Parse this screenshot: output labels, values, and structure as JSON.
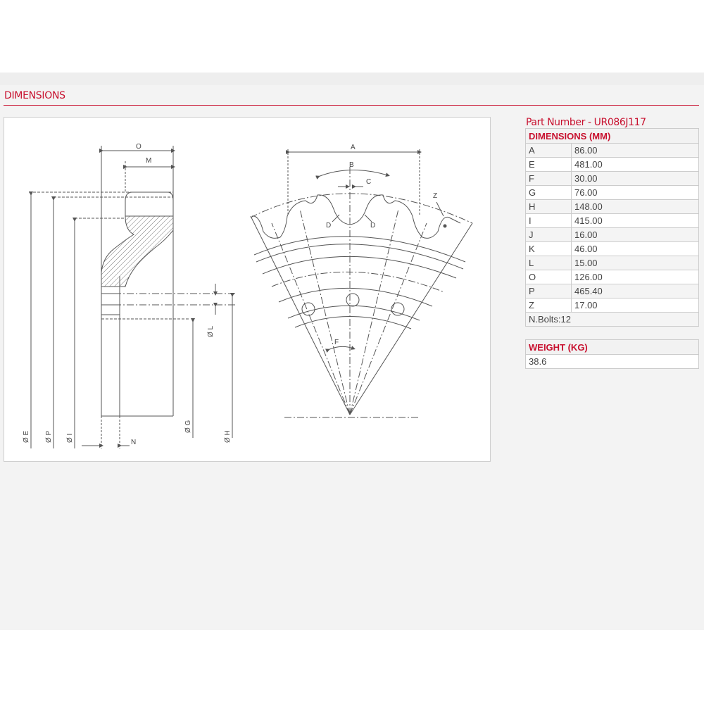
{
  "section": {
    "title": "DIMENSIONS"
  },
  "part": {
    "label": "Part Number - UR086J117"
  },
  "dimensions": {
    "header": "DIMENSIONS (MM)",
    "rows": [
      {
        "key": "A",
        "value": "86.00"
      },
      {
        "key": "E",
        "value": "481.00"
      },
      {
        "key": "F",
        "value": "30.00"
      },
      {
        "key": "G",
        "value": "76.00"
      },
      {
        "key": "H",
        "value": "148.00"
      },
      {
        "key": "I",
        "value": "415.00"
      },
      {
        "key": "J",
        "value": "16.00"
      },
      {
        "key": "K",
        "value": "46.00"
      },
      {
        "key": "L",
        "value": "15.00"
      },
      {
        "key": "O",
        "value": "126.00"
      },
      {
        "key": "P",
        "value": "465.40"
      },
      {
        "key": "Z",
        "value": "17.00"
      }
    ],
    "bolts": "N.Bolts:12"
  },
  "weight": {
    "header": "WEIGHT (KG)",
    "value": "38.6"
  },
  "drawing": {
    "labels": {
      "O": "O",
      "M": "M",
      "E": "Ø E",
      "P": "Ø P",
      "I": "Ø I",
      "G": "Ø G",
      "L": "Ø L",
      "H": "Ø H",
      "N": "N",
      "A": "A",
      "B": "B",
      "C": "C",
      "D1": "D",
      "D2": "D",
      "Z": "Z",
      "F": "F"
    }
  },
  "colors": {
    "accent": "#c8102e",
    "line": "#555555"
  }
}
